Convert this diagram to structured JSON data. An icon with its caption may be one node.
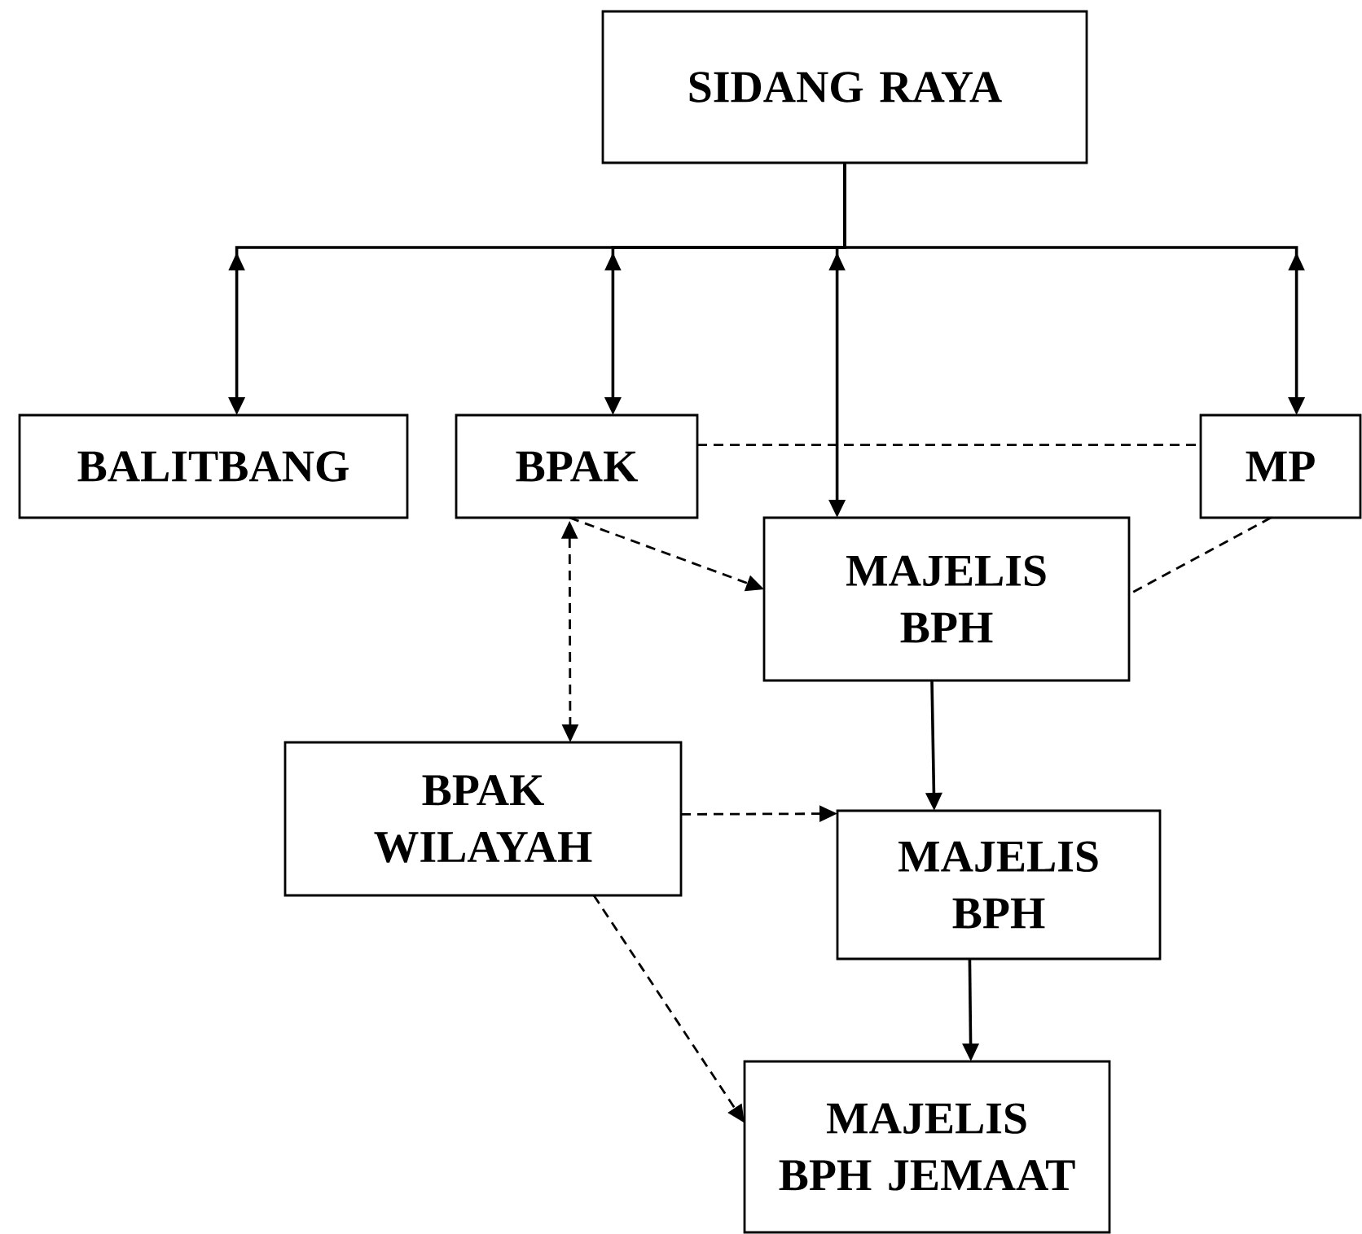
{
  "diagram": {
    "nodes": [
      {
        "text": [
          "SIDANG RAYA"
        ]
      },
      {
        "text": [
          "BALITBANG"
        ]
      },
      {
        "text": [
          "BPAK"
        ]
      },
      {
        "text": [
          "MP"
        ]
      },
      {
        "text": [
          "MAJELIS BPH"
        ]
      },
      {
        "text": [
          "BPAK WILAYAH"
        ]
      },
      {
        "text": [
          "MAJELIS BPH"
        ]
      },
      {
        "text": [
          "MAJELIS BPH JEMAAT"
        ]
      }
    ],
    "edges": [
      {
        "from": 0,
        "to": 1,
        "arrow": "to"
      },
      {
        "from": 0,
        "to": 2,
        "arrow": "to"
      },
      {
        "from": 0,
        "to": 4,
        "arrow": "to"
      },
      {
        "from": 0,
        "to": 3,
        "arrow": "to"
      },
      {
        "from": 2,
        "to": 3,
        "arrow": "none",
        "style": "dashed"
      },
      {
        "from": 2,
        "to": 4,
        "arrow": "to",
        "style": "dashed"
      },
      {
        "from": 2,
        "to": 5,
        "arrow": "both",
        "style": "dashed"
      },
      {
        "from": 3,
        "to": 4,
        "arrow": "none",
        "style": "dashed"
      },
      {
        "from": 4,
        "to": 6,
        "arrow": "to"
      },
      {
        "from": 5,
        "to": 6,
        "arrow": "to",
        "style": "dashed"
      },
      {
        "from": 6,
        "to": 7,
        "arrow": "to"
      },
      {
        "from": 5,
        "to": 7,
        "arrow": "to",
        "style": "dashed"
      }
    ]
  }
}
